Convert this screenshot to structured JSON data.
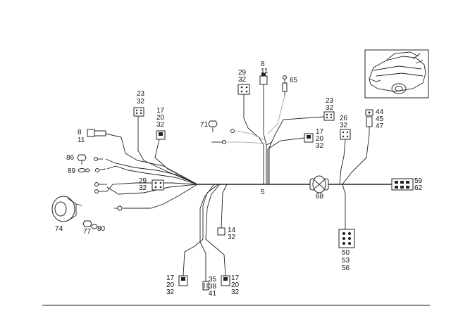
{
  "labels": {
    "c8_11": [
      "8",
      "11"
    ],
    "c86": "86",
    "c89": "89",
    "c74": "74",
    "c77": "77",
    "c80": "80",
    "c23_32_left": [
      "23",
      "32"
    ],
    "c17_20_32_left": [
      "17",
      "20",
      "32"
    ],
    "c29_32_left": [
      "29",
      "32"
    ],
    "c71": "71",
    "c29_32_top": [
      "29",
      "32"
    ],
    "c8_11_top": [
      "8",
      "11"
    ],
    "c65": "65",
    "c23_32_mid": [
      "23",
      "32"
    ],
    "c17_20_32_mid": [
      "17",
      "20",
      "32"
    ],
    "c26_32": [
      "26",
      "32"
    ],
    "c44_45_47": [
      "44",
      "45",
      "47"
    ],
    "c5": "5",
    "c68": "68",
    "c59_62": [
      "59",
      "62"
    ],
    "c14_32": [
      "14",
      "32"
    ],
    "c50_53_56": [
      "50",
      "53",
      "56"
    ],
    "c17_20_32_bl": [
      "17",
      "20",
      "32"
    ],
    "c35_38_41": [
      "35",
      "38",
      "41"
    ],
    "c17_20_32_br": [
      "17",
      "20",
      "32"
    ]
  }
}
